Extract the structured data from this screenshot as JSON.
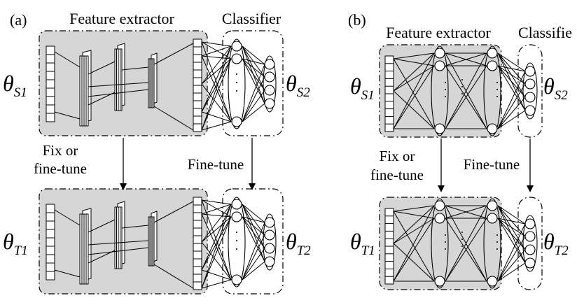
{
  "panel_a": {
    "tag": "(a)",
    "feature_extractor": "Feature extractor",
    "classifier": "Classifier",
    "theta_s1": {
      "symbol": "θ",
      "sub": "S1"
    },
    "theta_s2": {
      "symbol": "θ",
      "sub": "S2"
    },
    "theta_t1": {
      "symbol": "θ",
      "sub": "T1"
    },
    "theta_t2": {
      "symbol": "θ",
      "sub": "T2"
    },
    "fix_line1": "Fix or",
    "fix_line2": "fine-tune",
    "finetune": "Fine-tune"
  },
  "panel_b": {
    "tag": "(b)",
    "feature_extractor": "Feature extractor",
    "classifier": "Classifie",
    "theta_s1": {
      "symbol": "θ",
      "sub": "S1"
    },
    "theta_s2": {
      "symbol": "θ",
      "sub": "S2"
    },
    "theta_t1": {
      "symbol": "θ",
      "sub": "T1"
    },
    "theta_t2": {
      "symbol": "θ",
      "sub": "T2"
    },
    "fix_line1": "Fix or",
    "fix_line2": "fine-tune",
    "finetune": "Fine-tune"
  },
  "colors": {
    "extractor_fill": "#d6d6d6",
    "stroke": "#000000",
    "node_fill": "#ffffff"
  }
}
